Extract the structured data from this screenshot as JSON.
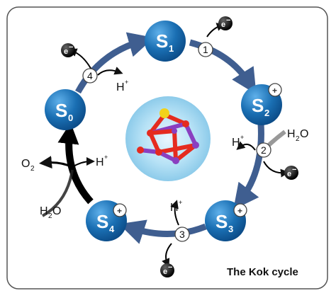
{
  "title": "The Kok cycle",
  "states": [
    {
      "id": "S0",
      "letter": "S",
      "sub": "0",
      "charge": ""
    },
    {
      "id": "S1",
      "letter": "S",
      "sub": "1",
      "charge": ""
    },
    {
      "id": "S2",
      "letter": "S",
      "sub": "2",
      "charge": "+"
    },
    {
      "id": "S3",
      "letter": "S",
      "sub": "3",
      "charge": "+"
    },
    {
      "id": "S4",
      "letter": "S",
      "sub": "4",
      "charge": "+"
    }
  ],
  "steps": [
    "1",
    "2",
    "3",
    "4"
  ],
  "labels": {
    "electron": "e",
    "electron_charge": "−",
    "proton": "H",
    "proton_charge": "+",
    "water_h": "H",
    "water_sub": "2",
    "water_o": "O",
    "oxygen_o": "O",
    "oxygen_sub": "2"
  },
  "colors": {
    "node": "#1a6fb3",
    "arrow": "#3f5e90",
    "frame": "#555555",
    "cluster_glow": "#9fd4f0",
    "cluster_red": "#e52b1f",
    "cluster_purple": "#8a3fc0",
    "cluster_yellow": "#f2d21a"
  }
}
